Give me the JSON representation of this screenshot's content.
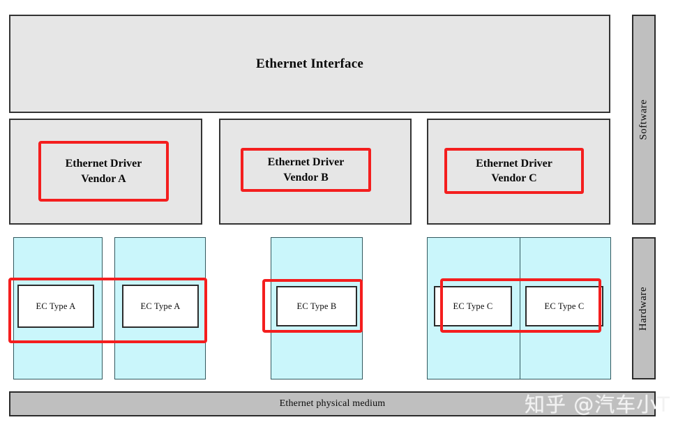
{
  "diagram": {
    "interface": {
      "label": "Ethernet Interface"
    },
    "drivers": [
      {
        "line1": "Ethernet Driver",
        "line2": "Vendor A"
      },
      {
        "line1": "Ethernet Driver",
        "line2": "Vendor B"
      },
      {
        "line1": "Ethernet Driver",
        "line2": "Vendor C"
      }
    ],
    "controllers": [
      {
        "label": "EC Type A"
      },
      {
        "label": "EC Type A"
      },
      {
        "label": "EC Type B"
      },
      {
        "label": "EC Type C"
      },
      {
        "label": "EC Type C"
      }
    ],
    "layers": {
      "software": "Software",
      "hardware": "Hardware"
    },
    "medium": {
      "label": "Ethernet physical medium"
    },
    "watermark": {
      "text": "知乎 @汽车小T"
    },
    "colors": {
      "software_panel": "#e6e6e6",
      "hardware_column": "#caf6fb",
      "layer_bar": "#bfbfbf",
      "highlight": "#f41e1e",
      "outline": "#333333",
      "chip_outline": "#2b2b2b"
    }
  }
}
